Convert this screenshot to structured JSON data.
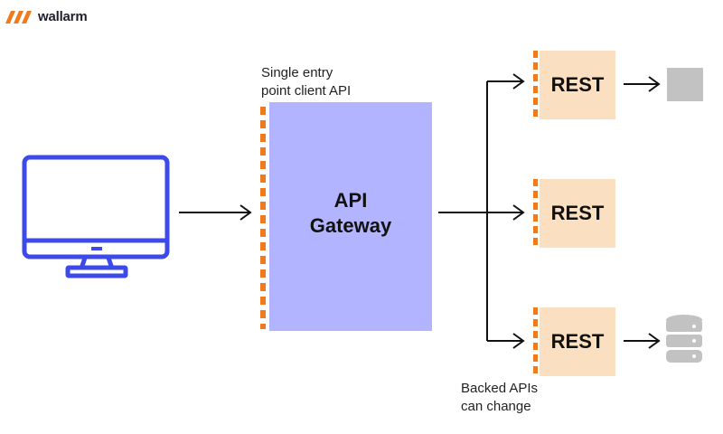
{
  "brand": {
    "name": "wallarm",
    "logo_color": "#f07b1e"
  },
  "labels": {
    "entry": "Single entry\npoint client API",
    "backed": "Backed APIs\ncan change"
  },
  "gateway": {
    "title": "API\nGateway",
    "fill": "#b3b4ff"
  },
  "services": [
    {
      "label": "REST"
    },
    {
      "label": "REST"
    },
    {
      "label": "REST"
    }
  ],
  "colors": {
    "accent": "#f07b1e",
    "client": "#3d49e8",
    "rest_fill": "#fbdfc1",
    "storage": "#c2c2c2"
  },
  "icons": {
    "client": "monitor-icon",
    "storage_1": "grey-box",
    "storage_3": "database-icon"
  }
}
